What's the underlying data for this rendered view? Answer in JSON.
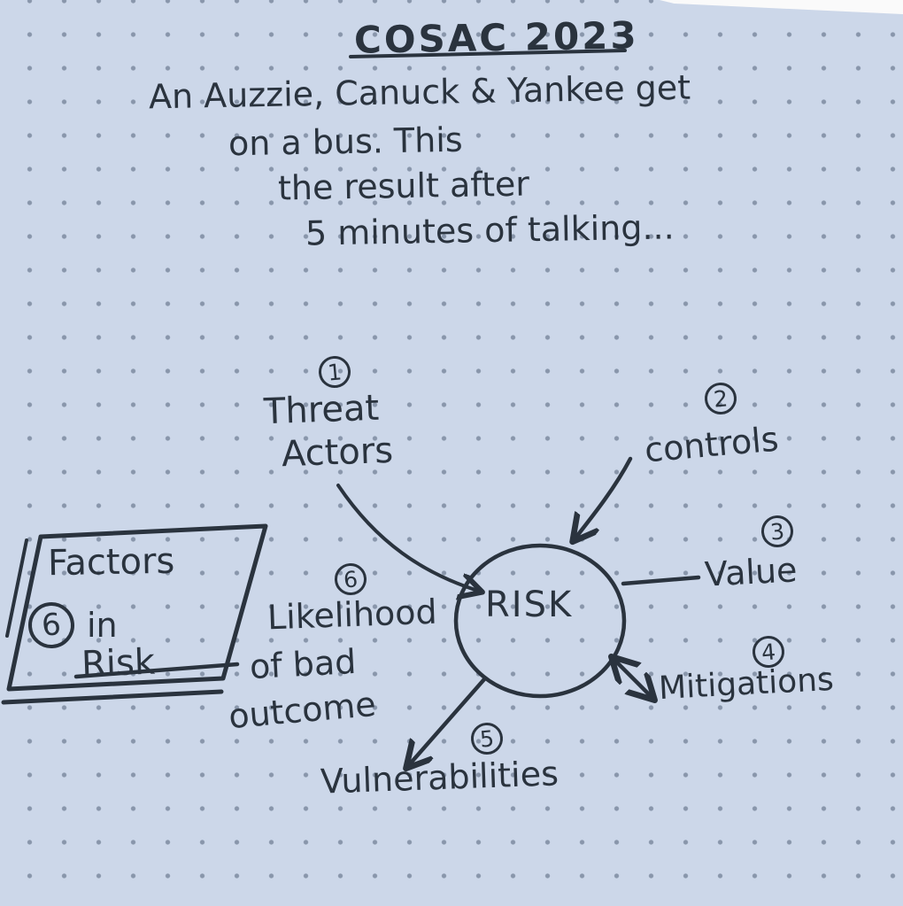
{
  "colors": {
    "paper": "#ccd7e9",
    "ink": "#2a333e"
  },
  "header": {
    "title": "COSAC 2023",
    "subtitle_lines": [
      "An Auzzie, Canuck & Yankee get",
      "on a bus. This",
      "the result after",
      "5 minutes of talking..."
    ]
  },
  "diagram": {
    "center_label": "RISK",
    "nodes": {
      "threat_actors": {
        "number": "1",
        "line1": "Threat",
        "line2": "Actors"
      },
      "controls": {
        "number": "2",
        "label": "controls"
      },
      "value": {
        "number": "3",
        "label": "Value"
      },
      "mitigations": {
        "number": "4",
        "label": "Mitigations"
      },
      "vulnerabilities": {
        "number": "5",
        "label": "Vulnerabilities"
      },
      "likelihood": {
        "number": "6",
        "line1": "Likelihood",
        "line2": "of bad",
        "line3": "outcome"
      }
    },
    "side_box": {
      "number": "6",
      "line1": "Factors",
      "line2": "in",
      "line3": "Risk"
    }
  }
}
